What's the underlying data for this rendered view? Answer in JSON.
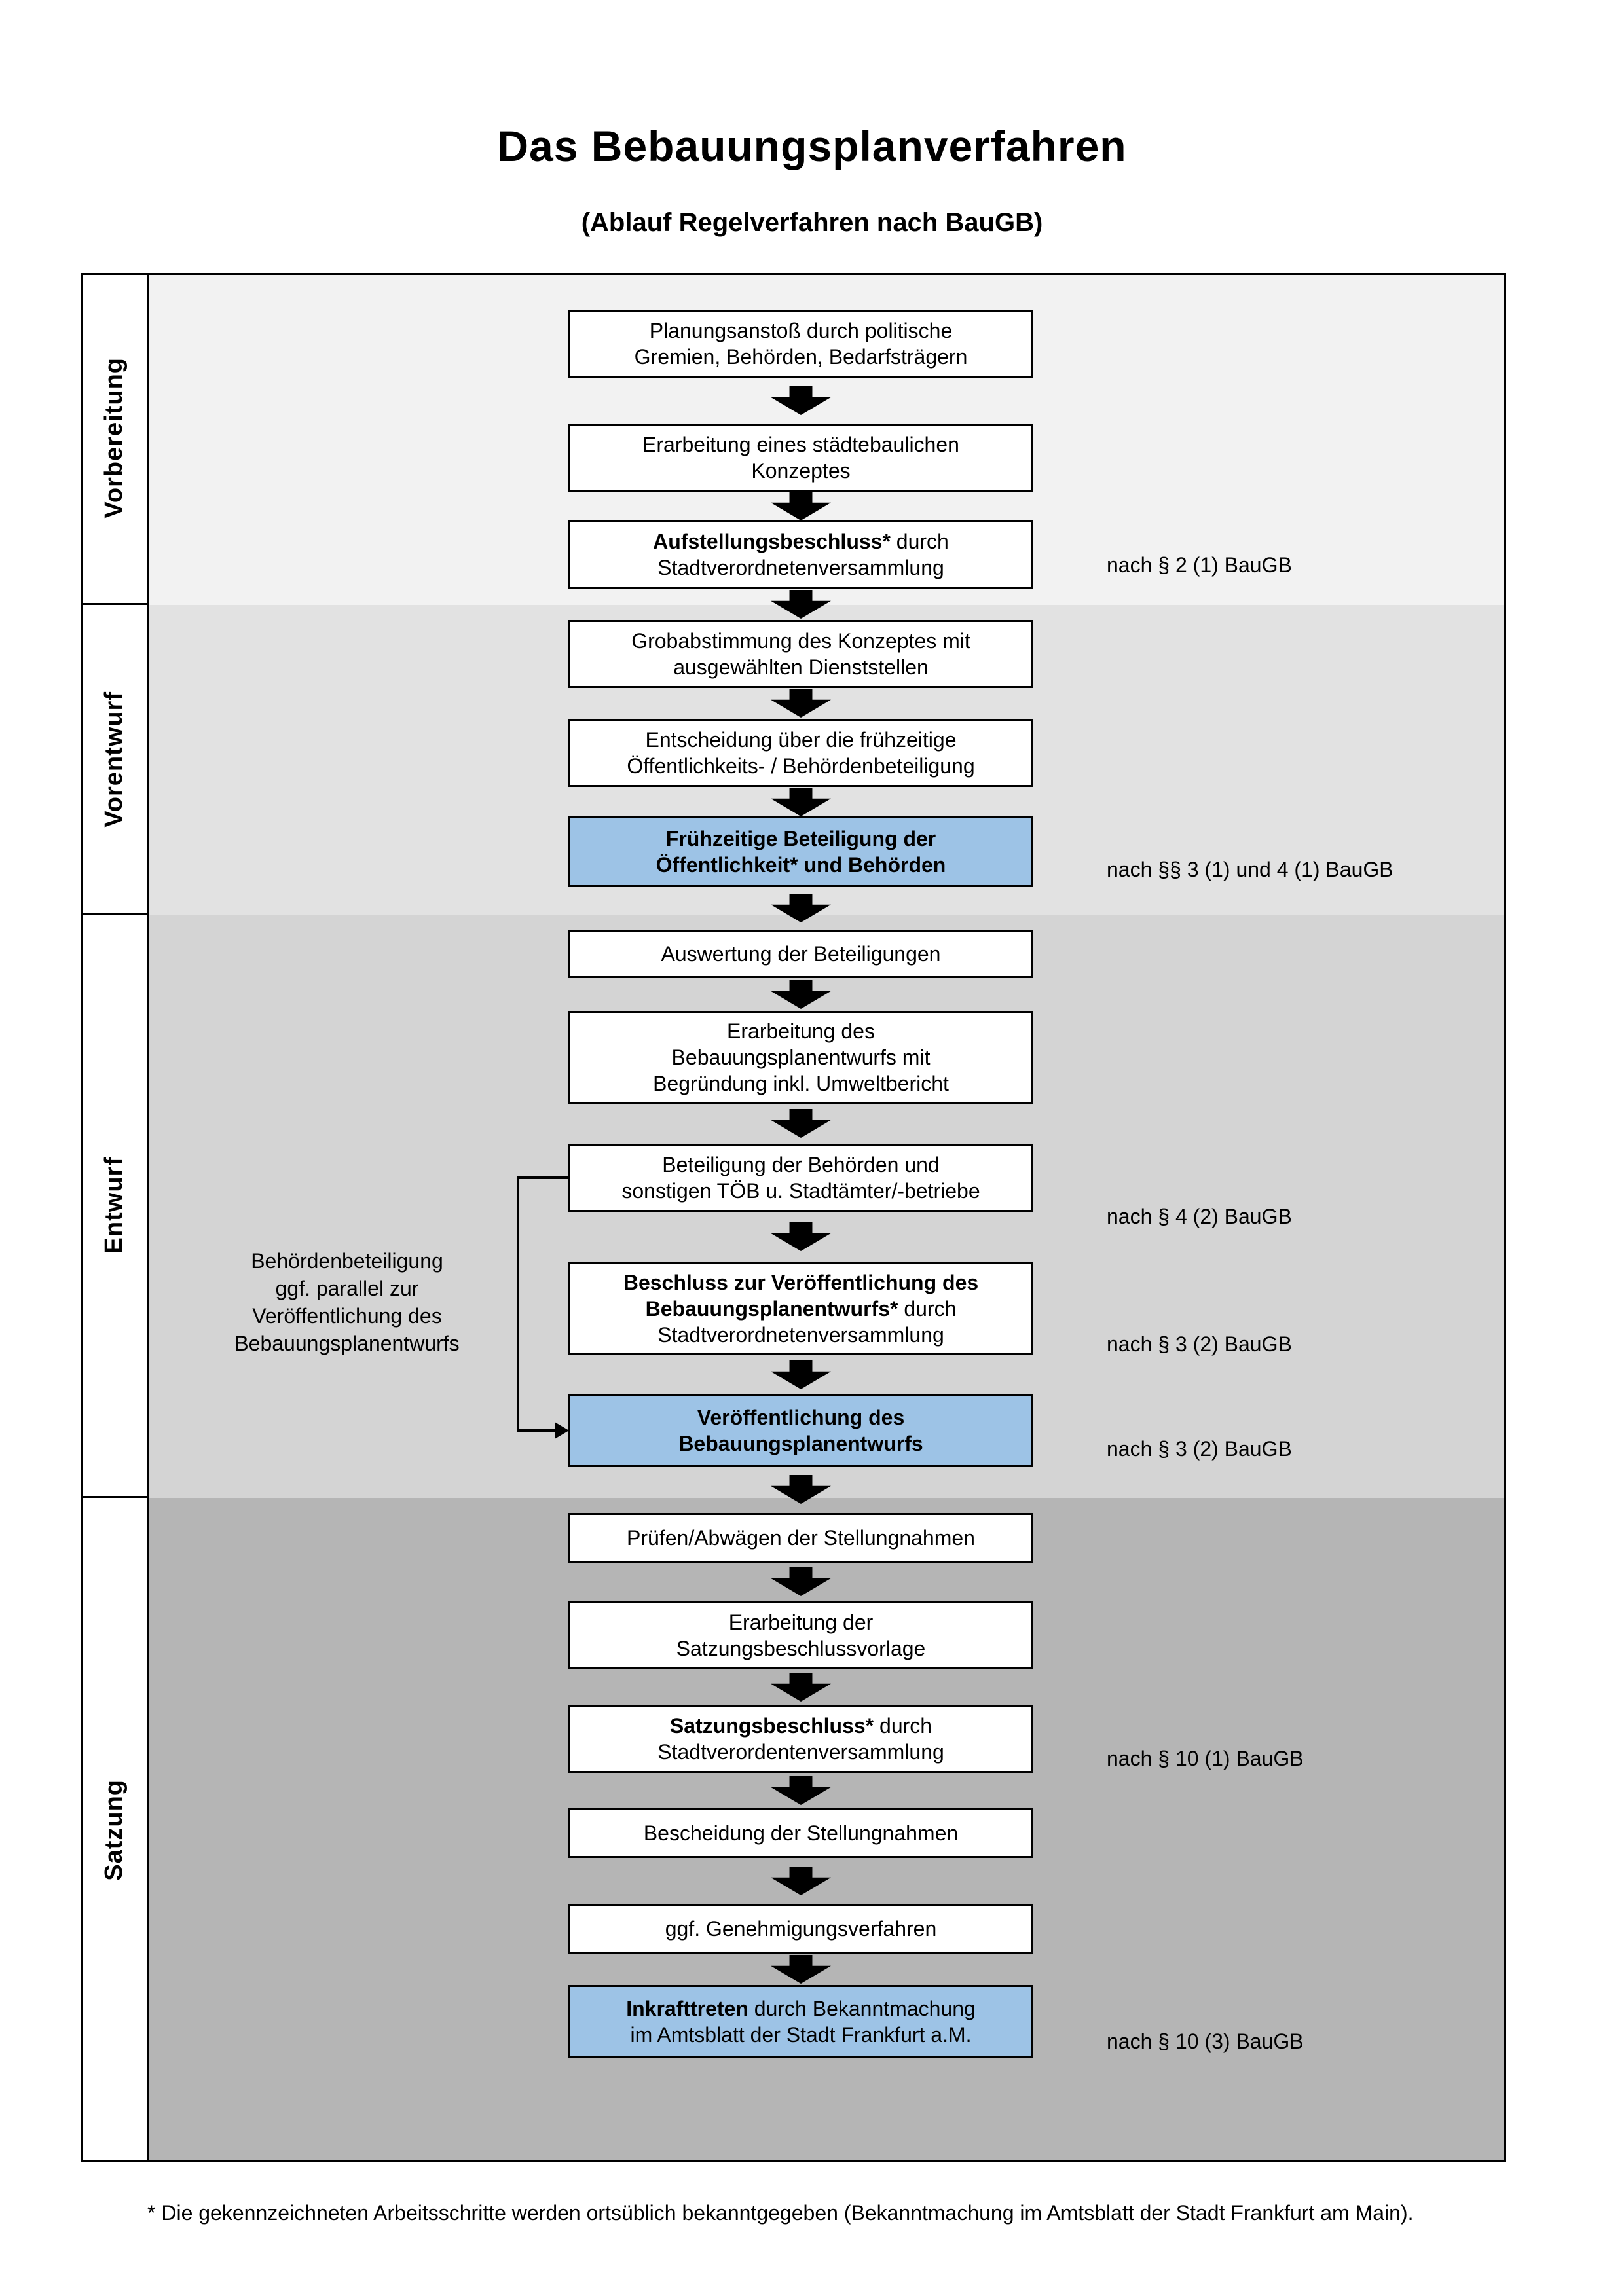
{
  "page": {
    "title": "Das Bebauungsplanverfahren",
    "subtitle": "(Ablauf Regelverfahren nach BauGB)",
    "footnote": "* Die gekennzeichneten Arbeitsschritte werden ortsüblich bekanntgegeben (Bekanntmachung im Amtsblatt der Stadt Frankfurt am Main)."
  },
  "phases": [
    {
      "label": "Vorbereitung",
      "band_color": "#f2f2f2"
    },
    {
      "label": "Vorentwurf",
      "band_color": "#e2e2e2"
    },
    {
      "label": "Entwurf",
      "band_color": "#d4d4d4"
    },
    {
      "label": "Satzung",
      "band_color": "#b5b5b5"
    }
  ],
  "flow": {
    "steps": [
      {
        "lines": [
          {
            "t": "Planungsanstoß durch politische"
          },
          {
            "t": "Gremien, Behörden, Bedarfsträgern"
          }
        ]
      },
      {
        "lines": [
          {
            "t": "Erarbeitung eines städtebaulichen"
          },
          {
            "t": "Konzeptes"
          }
        ]
      },
      {
        "lines": [
          {
            "b": "Aufstellungsbeschluss*",
            "t": " durch"
          },
          {
            "t": "Stadtverordnetenversammlung"
          }
        ]
      },
      {
        "lines": [
          {
            "t": "Grobabstimmung des Konzeptes mit"
          },
          {
            "t": "ausgewählten Dienststellen"
          }
        ]
      },
      {
        "lines": [
          {
            "t": "Entscheidung über die frühzeitige"
          },
          {
            "t": "Öffentlichkeits- / Behördenbeteiligung"
          }
        ]
      },
      {
        "highlighted": true,
        "lines": [
          {
            "t": "Frühzeitige Beteiligung der"
          },
          {
            "t": "Öffentlichkeit* und Behörden"
          }
        ]
      },
      {
        "lines": [
          {
            "t": "Auswertung der Beteiligungen"
          }
        ]
      },
      {
        "lines": [
          {
            "t": "Erarbeitung des"
          },
          {
            "t": "Bebauungsplanentwurfs mit"
          },
          {
            "t": "Begründung inkl. Umweltbericht"
          }
        ]
      },
      {
        "lines": [
          {
            "t": "Beteiligung der Behörden und"
          },
          {
            "t": "sonstigen TÖB u. Stadtämter/-betriebe"
          }
        ]
      },
      {
        "lines": [
          {
            "b": "Beschluss zur Veröffentlichung des"
          },
          {
            "b": "Bebauungsplanentwurfs*",
            "t": " durch"
          },
          {
            "t": "Stadtverordnetenversammlung"
          }
        ]
      },
      {
        "highlighted": true,
        "lines": [
          {
            "t": "Veröffentlichung des"
          },
          {
            "t": "Bebauungsplanentwurfs"
          }
        ]
      },
      {
        "lines": [
          {
            "t": "Prüfen/Abwägen der Stellungnahmen"
          }
        ]
      },
      {
        "lines": [
          {
            "t": "Erarbeitung der"
          },
          {
            "t": "Satzungsbeschlussvorlage"
          }
        ]
      },
      {
        "lines": [
          {
            "b": "Satzungsbeschluss*",
            "t": " durch"
          },
          {
            "t": "Stadtverordentenversammlung"
          }
        ]
      },
      {
        "lines": [
          {
            "t": "Bescheidung der Stellungnahmen"
          }
        ]
      },
      {
        "lines": [
          {
            "t": "ggf. Genehmigungsverfahren"
          }
        ]
      },
      {
        "highlighted": true,
        "lines": [
          {
            "b": "Inkrafttreten",
            "t": " durch Bekanntmachung"
          },
          {
            "t": "im Amtsblatt der Stadt Frankfurt a.M."
          }
        ]
      }
    ]
  },
  "law_refs": [
    {
      "text": "nach § 2 (1) BauGB"
    },
    {
      "text": "nach §§ 3 (1) und 4 (1) BauGB"
    },
    {
      "text": "nach § 4 (2) BauGB"
    },
    {
      "text": "nach § 3 (2) BauGB"
    },
    {
      "text": "nach § 3 (2) BauGB"
    },
    {
      "text": "nach § 10 (1) BauGB"
    },
    {
      "text": "nach § 10 (3) BauGB"
    }
  ],
  "side_note": {
    "lines": [
      "Behördenbeteiligung",
      "ggf. parallel zur",
      "Veröffentlichung des",
      "Bebauungsplanentwurfs"
    ]
  },
  "colors": {
    "highlight_blue": "#9dc3e6",
    "arrow_black": "#000000",
    "box_border": "#000000"
  }
}
